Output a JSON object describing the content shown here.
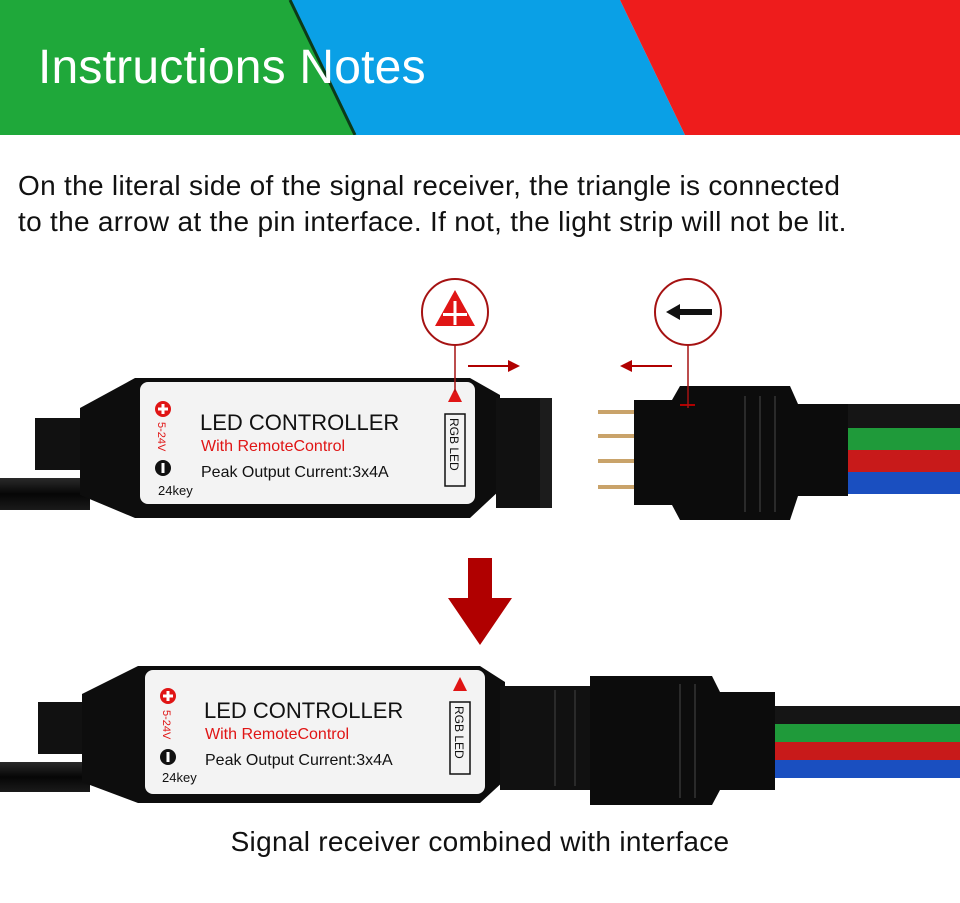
{
  "banner": {
    "title": "Instructions Notes",
    "colors": {
      "green": "#1fa83a",
      "blue": "#0aa0e6",
      "red": "#ee1c1c"
    }
  },
  "intro": {
    "line1": "On the literal side of the signal receiver, the triangle is connected",
    "line2": "to the arrow at the pin interface. If not, the light strip will not be lit."
  },
  "controller_top": {
    "title": "LED CONTROLLER",
    "subtitle": "With RemoteControl",
    "current": "Peak Output Current:3x4A",
    "voltage": "5-24V",
    "keys": "24key",
    "rgb": "RGB LED"
  },
  "controller_bottom": {
    "title": "LED CONTROLLER",
    "subtitle": "With RemoteControl",
    "current": "Peak Output Current:3x4A",
    "voltage": "5-24V",
    "keys": "24key",
    "rgb": "RGB LED"
  },
  "caption": "Signal receiver combined with interface",
  "accent": "#b00000"
}
